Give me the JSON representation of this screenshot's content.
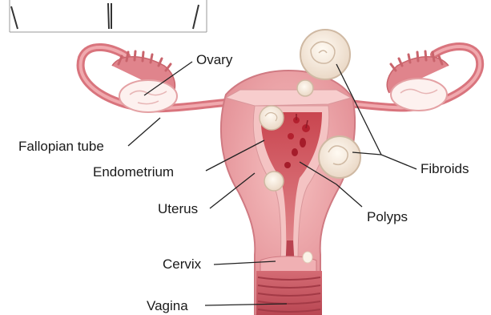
{
  "diagram": {
    "labels": {
      "ovary": "Ovary",
      "fallopian_tube": "Fallopian tube",
      "endometrium": "Endometrium",
      "uterus": "Uterus",
      "cervix": "Cervix",
      "vagina": "Vagina",
      "fibroids": "Fibroids",
      "polyps": "Polyps"
    },
    "colors": {
      "tissue": "#e9959a",
      "tissue_dark": "#c9646c",
      "cavity": "#d45a66",
      "inner_lining": "#f4c3c3",
      "vagina": "#c95763",
      "fibroid": "#f6e9dc",
      "polyp": "#b3202e",
      "leader_line": "#222222"
    }
  }
}
